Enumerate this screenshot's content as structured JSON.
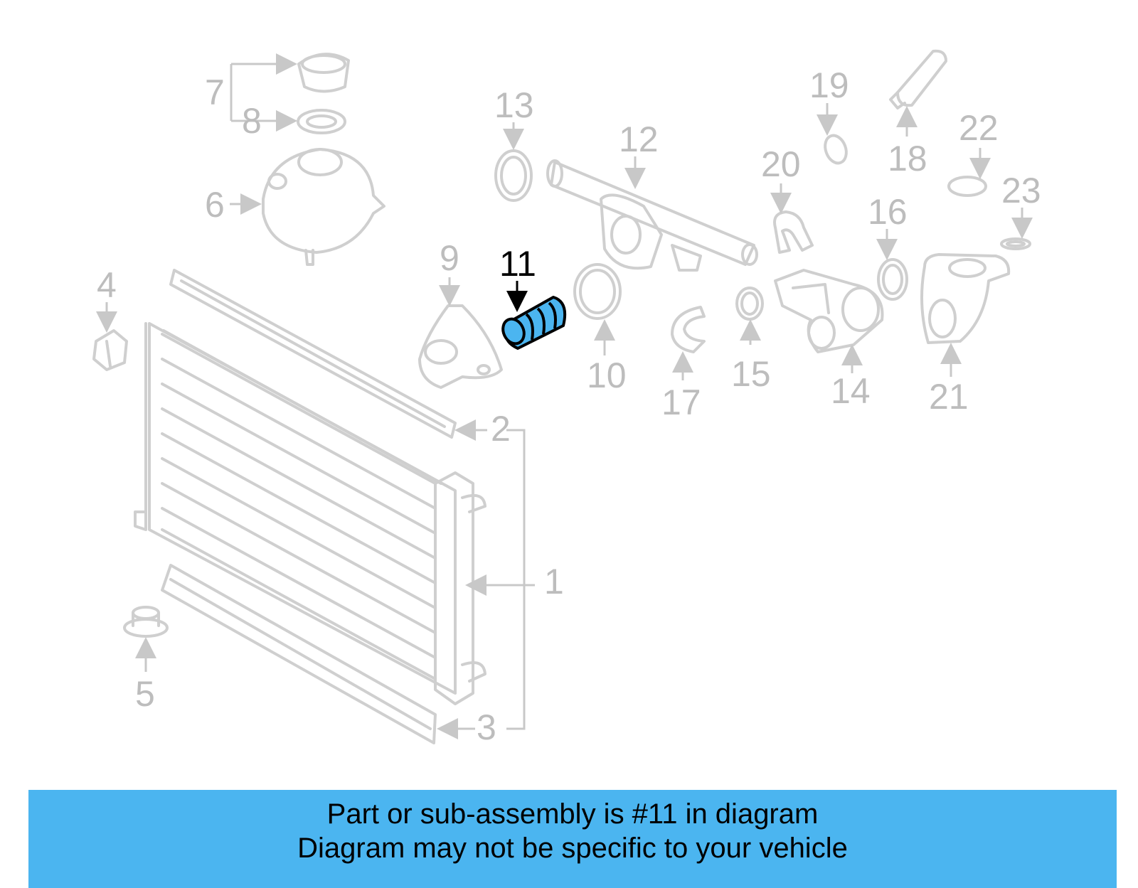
{
  "diagram": {
    "colors": {
      "part_outline": "#cfcfcf",
      "callout_text": "#bdbdbd",
      "highlight_fill": "#4bb5f0",
      "highlight_text": "#000000"
    },
    "highlighted_callout": "11",
    "callouts": {
      "c1": "1",
      "c2": "2",
      "c3": "3",
      "c4": "4",
      "c5": "5",
      "c6": "6",
      "c7": "7",
      "c8": "8",
      "c9": "9",
      "c10": "10",
      "c11": "11",
      "c12": "12",
      "c13": "13",
      "c14": "14",
      "c15": "15",
      "c16": "16",
      "c17": "17",
      "c18": "18",
      "c19": "19",
      "c20": "20",
      "c21": "21",
      "c22": "22",
      "c23": "23"
    }
  },
  "banner": {
    "line1": "Part or sub-assembly is #11 in diagram",
    "line2": "Diagram may not be specific to your vehicle",
    "color": "#4bb5f0"
  }
}
